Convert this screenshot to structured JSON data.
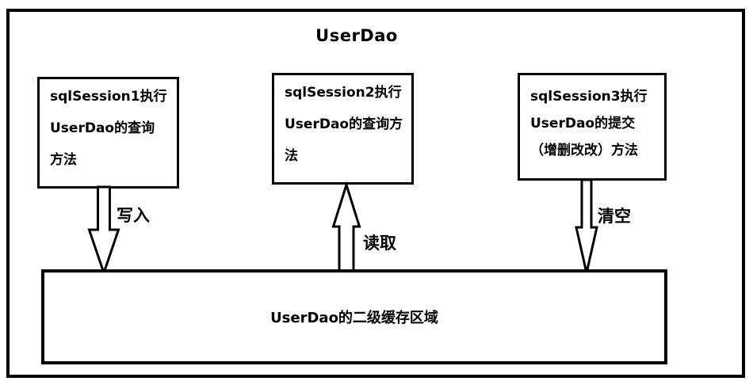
{
  "diagram": {
    "title": "UserDao",
    "session_boxes": [
      {
        "id": "session1",
        "lines": [
          "sqlSession1执行",
          "UserDao的查询",
          "方法"
        ]
      },
      {
        "id": "session2",
        "lines": [
          "sqlSession2执行",
          "UserDao的查询方",
          "法"
        ]
      },
      {
        "id": "session3",
        "lines": [
          "sqlSession3执行",
          "UserDao的提交",
          "（增删改改）方法"
        ]
      }
    ],
    "cache_box": {
      "label": "UserDao的二级缓存区域"
    },
    "arrows": [
      {
        "id": "write",
        "label": "写入",
        "direction": "down",
        "from": "session1",
        "to": "cache"
      },
      {
        "id": "read",
        "label": "读取",
        "direction": "up",
        "from": "cache",
        "to": "session2"
      },
      {
        "id": "clear",
        "label": "清空",
        "direction": "down",
        "from": "session3",
        "to": "cache"
      }
    ],
    "colors": {
      "line": "#000000",
      "text": "#000000",
      "background": "#ffffff",
      "shape_fill": "#ffffff"
    }
  }
}
